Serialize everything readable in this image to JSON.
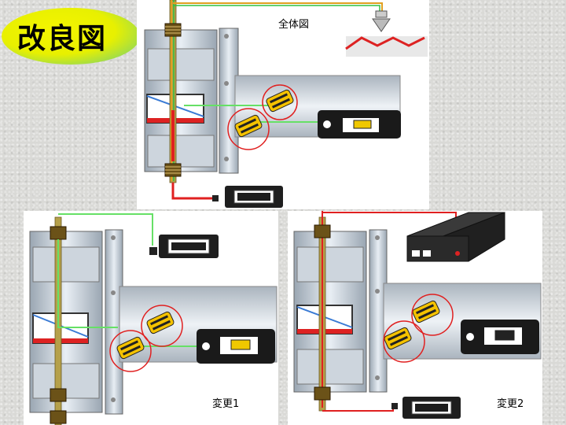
{
  "slide": {
    "title": "改良図",
    "panels": {
      "top": {
        "label": "全体図"
      },
      "bottom_left": {
        "label": "変更1"
      },
      "bottom_right": {
        "label": "変更2"
      }
    }
  },
  "colors": {
    "badge_yellow": "#f2f200",
    "badge_green": "#9be05a",
    "wire_green": "#66e066",
    "wire_red": "#e02020",
    "highlight_circle": "#e02020",
    "machine_metal": "#b8c2cc"
  },
  "icons": [
    "sensor-unit-icon",
    "sensor-amplifier-icon",
    "controller-box-icon",
    "fiber-head-icon",
    "signal-light-icon"
  ]
}
